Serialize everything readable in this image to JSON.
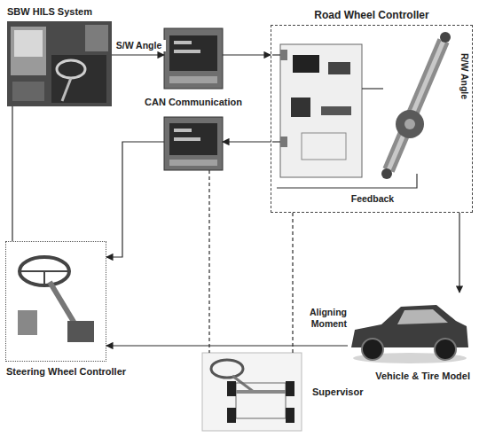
{
  "diagram": {
    "nodes": [
      {
        "text": [
          "SBW HILS System"
        ]
      },
      {
        "text": [
          "CAN Communication"
        ]
      },
      {
        "text": [
          "Road Wheel Controller"
        ]
      },
      {
        "text": [
          "Steering Wheel Controller"
        ]
      },
      {
        "text": [
          "Vehicle & Tire Model"
        ]
      },
      {
        "text": [
          "Supervisor"
        ]
      }
    ],
    "edges": [
      {
        "from": 0,
        "to": 1,
        "arrow": "to",
        "label": "S/W Angle"
      },
      {
        "from": 1,
        "to": 2,
        "arrow": "to"
      },
      {
        "from": 2,
        "to": 1,
        "arrow": "to"
      },
      {
        "from": 1,
        "to": 3,
        "arrow": "to"
      },
      {
        "from": 0,
        "to": 3,
        "arrow": "none"
      },
      {
        "from": 2,
        "to": 4,
        "arrow": "to"
      },
      {
        "from": 4,
        "to": 3,
        "arrow": "to",
        "label": "Aligning Moment"
      },
      {
        "from": 1,
        "to": 5,
        "arrow": "none"
      },
      {
        "from": 2,
        "to": 5,
        "arrow": "none"
      }
    ],
    "labels": [
      "R/W Angle",
      "Feedback"
    ]
  }
}
